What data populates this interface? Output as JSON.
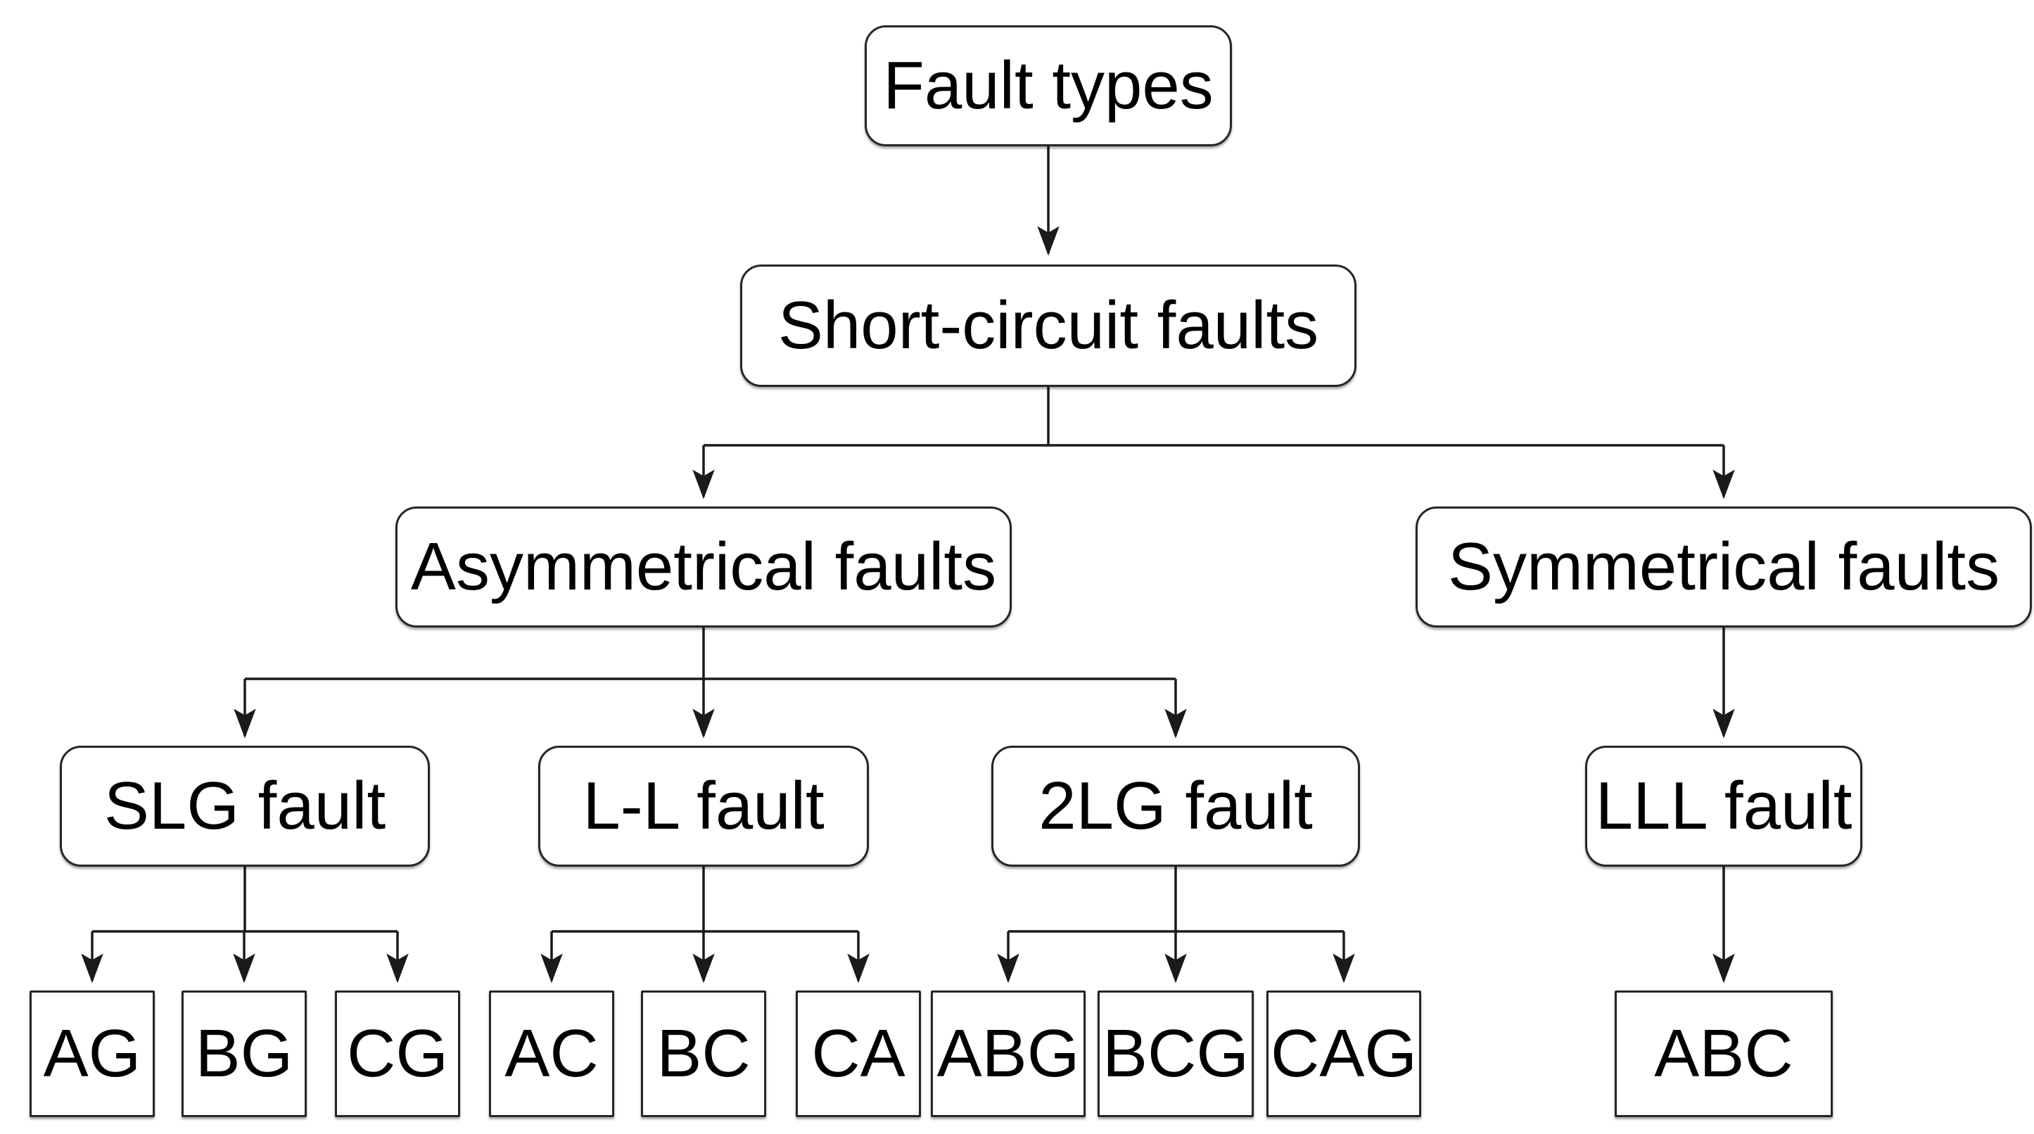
{
  "diagram_type": "flowchart-tree",
  "colors": {
    "background": "#ffffff",
    "box_fill": "#ffffff",
    "box_border": "#262626",
    "text": "#000000",
    "line": "#1a1a1a"
  },
  "nodes": {
    "root": {
      "label": "Fault types"
    },
    "short_circuit": {
      "label": "Short-circuit faults"
    },
    "asymmetrical": {
      "label": "Asymmetrical faults"
    },
    "symmetrical": {
      "label": "Symmetrical faults"
    },
    "slg": {
      "label": "SLG fault"
    },
    "ll": {
      "label": "L-L fault"
    },
    "lg2": {
      "label": "2LG fault"
    },
    "lll": {
      "label": "LLL fault"
    },
    "ag": {
      "label": "AG"
    },
    "bg": {
      "label": "BG"
    },
    "cg": {
      "label": "CG"
    },
    "ac": {
      "label": "AC"
    },
    "bc": {
      "label": "BC"
    },
    "ca": {
      "label": "CA"
    },
    "abg": {
      "label": "ABG"
    },
    "bcg": {
      "label": "BCG"
    },
    "cag": {
      "label": "CAG"
    },
    "abc": {
      "label": "ABC"
    }
  },
  "hierarchy": [
    {
      "parent": "Fault types",
      "children": [
        "Short-circuit faults"
      ]
    },
    {
      "parent": "Short-circuit faults",
      "children": [
        "Asymmetrical faults",
        "Symmetrical faults"
      ]
    },
    {
      "parent": "Asymmetrical faults",
      "children": [
        "SLG fault",
        "L-L fault",
        "2LG fault"
      ]
    },
    {
      "parent": "Symmetrical faults",
      "children": [
        "LLL fault"
      ]
    },
    {
      "parent": "SLG fault",
      "children": [
        "AG",
        "BG",
        "CG"
      ]
    },
    {
      "parent": "L-L fault",
      "children": [
        "AC",
        "BC",
        "CA"
      ]
    },
    {
      "parent": "2LG fault",
      "children": [
        "ABG",
        "BCG",
        "CAG"
      ]
    },
    {
      "parent": "LLL fault",
      "children": [
        "ABC"
      ]
    }
  ]
}
